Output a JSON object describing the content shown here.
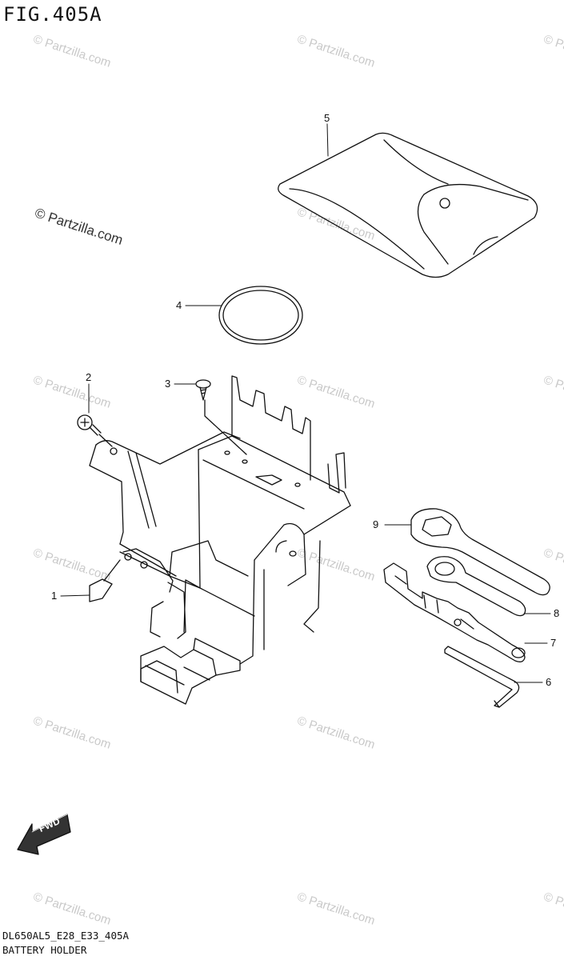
{
  "figure": {
    "title": "FIG.405A"
  },
  "watermark": {
    "text": "© Partzilla.com"
  },
  "callouts": [
    "1",
    "2",
    "3",
    "4",
    "5",
    "6",
    "7",
    "8",
    "9"
  ],
  "badge": {
    "text": "FWD"
  },
  "footer": {
    "code": "DL650AL5_E28_E33_405A",
    "name": "BATTERY HOLDER"
  }
}
